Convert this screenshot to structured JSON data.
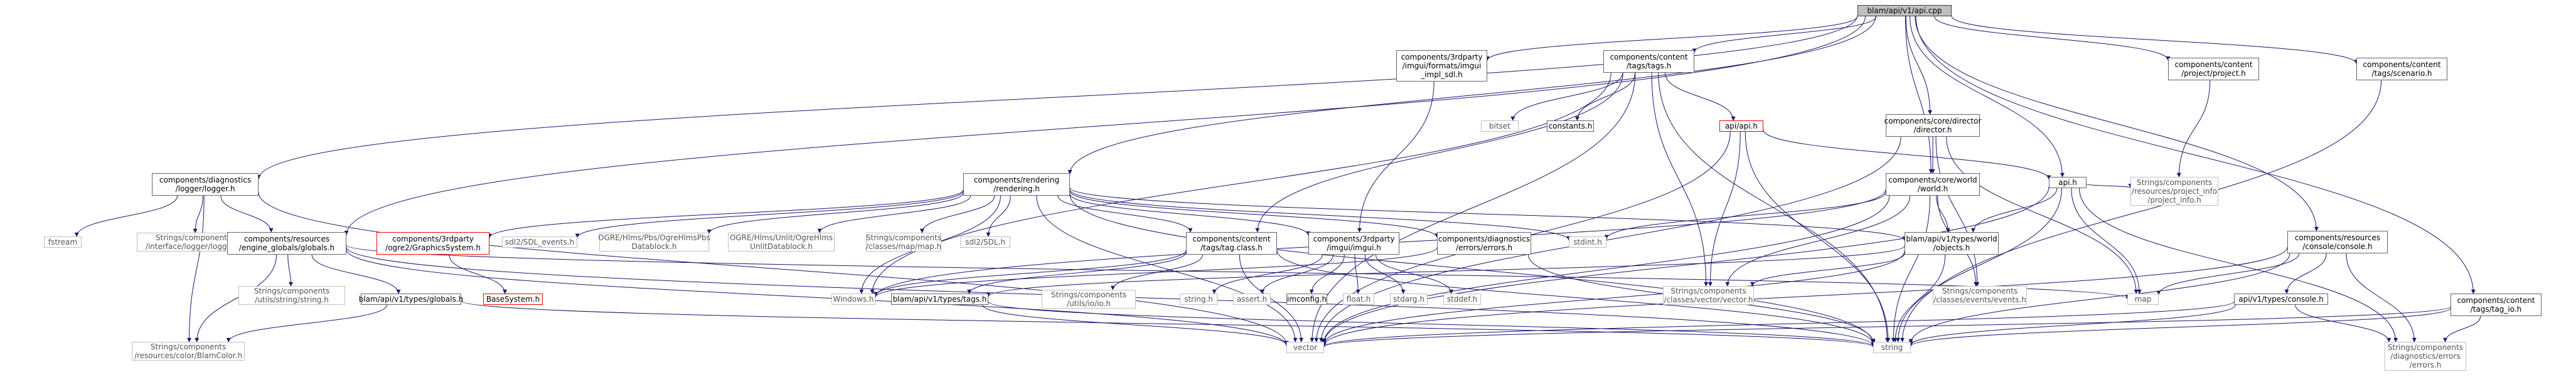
{
  "graph": {
    "title": "blam/api/v1/api.cpp",
    "nodes": [
      {
        "id": "root",
        "lines": [
          "blam/api/v1/api.cpp"
        ],
        "style": "root"
      },
      {
        "id": "imgui_sdl",
        "lines": [
          "components/3rdparty",
          "/imgui/formats/imgui",
          "_impl_sdl.h"
        ],
        "style": "normal"
      },
      {
        "id": "tags",
        "lines": [
          "components/content",
          "/tags/tags.h"
        ],
        "style": "normal"
      },
      {
        "id": "project",
        "lines": [
          "components/content",
          "/project/project.h"
        ],
        "style": "normal"
      },
      {
        "id": "scenario",
        "lines": [
          "components/content",
          "/tags/scenario.h"
        ],
        "style": "normal"
      },
      {
        "id": "director",
        "lines": [
          "components/core/director",
          "/director.h"
        ],
        "style": "normal"
      },
      {
        "id": "logger",
        "lines": [
          "components/diagnostics",
          "/logger/logger.h"
        ],
        "style": "normal"
      },
      {
        "id": "rendering",
        "lines": [
          "components/rendering",
          "/rendering.h"
        ],
        "style": "normal"
      },
      {
        "id": "world",
        "lines": [
          "components/core/world",
          "/world.h"
        ],
        "style": "normal"
      },
      {
        "id": "apih",
        "lines": [
          "api.h"
        ],
        "style": "normal"
      },
      {
        "id": "console",
        "lines": [
          "components/resources",
          "/console/console.h"
        ],
        "style": "normal"
      },
      {
        "id": "tagio",
        "lines": [
          "components/content",
          "/tags/tag_io.h"
        ],
        "style": "normal"
      },
      {
        "id": "fstream",
        "lines": [
          "fstream"
        ],
        "style": "ext"
      },
      {
        "id": "if_logger",
        "lines": [
          "Strings/components",
          "/interface/logger/logger.h"
        ],
        "style": "ext"
      },
      {
        "id": "globals_res",
        "lines": [
          "components/resources",
          "/engine_globals/globals.h"
        ],
        "style": "normal"
      },
      {
        "id": "ogre2gfx",
        "lines": [
          "components/3rdparty",
          "/ogre2/GraphicsSystem.h"
        ],
        "style": "error"
      },
      {
        "id": "sdl_events",
        "lines": [
          "sdl2/SDL_events.h"
        ],
        "style": "ext"
      },
      {
        "id": "ogre_pbs",
        "lines": [
          "OGRE/Hlms/Pbs/OgreHlmsPbs",
          "Datablock.h"
        ],
        "style": "ext"
      },
      {
        "id": "ogre_unlit",
        "lines": [
          "OGRE/Hlms/Unlit/OgreHlms",
          "UnlitDatablock.h"
        ],
        "style": "ext"
      },
      {
        "id": "map_h",
        "lines": [
          "Strings/components",
          "/classes/map/map.h"
        ],
        "style": "ext"
      },
      {
        "id": "sdl_h",
        "lines": [
          "sdl2/SDL.h"
        ],
        "style": "ext"
      },
      {
        "id": "taglist",
        "lines": [
          "components/content",
          "/tags/tag.class.h"
        ],
        "style": "normal"
      },
      {
        "id": "imgui",
        "lines": [
          "components/3rdparty",
          "/imgui/imgui.h"
        ],
        "style": "normal"
      },
      {
        "id": "diag_errors",
        "lines": [
          "components/diagnostics",
          "/errors/errors.h"
        ],
        "style": "normal"
      },
      {
        "id": "stdint",
        "lines": [
          "stdint.h"
        ],
        "style": "ext"
      },
      {
        "id": "bitset",
        "lines": [
          "bitset"
        ],
        "style": "ext"
      },
      {
        "id": "constants",
        "lines": [
          "constants.h"
        ],
        "style": "normal"
      },
      {
        "id": "api_api",
        "lines": [
          "api/api.h"
        ],
        "style": "error"
      },
      {
        "id": "objects",
        "lines": [
          "blam/api/v1/types/world",
          "/objects.h"
        ],
        "style": "normal"
      },
      {
        "id": "proj_info",
        "lines": [
          "Strings/components",
          "/resources/project_info",
          "/project_info.h"
        ],
        "style": "ext"
      },
      {
        "id": "util_string",
        "lines": [
          "Strings/components",
          "/utils/string/string.h"
        ],
        "style": "ext"
      },
      {
        "id": "types_globals",
        "lines": [
          "blam/api/v1/types/globals.h"
        ],
        "style": "normal"
      },
      {
        "id": "basesystem",
        "lines": [
          "BaseSystem.h"
        ],
        "style": "error"
      },
      {
        "id": "windows",
        "lines": [
          "Windows.h"
        ],
        "style": "ext"
      },
      {
        "id": "types_tags",
        "lines": [
          "blam/api/v1/types/tags.h"
        ],
        "style": "normal"
      },
      {
        "id": "util_io",
        "lines": [
          "Strings/components",
          "/utils/io/io.h"
        ],
        "style": "ext"
      },
      {
        "id": "stringh",
        "lines": [
          "string.h"
        ],
        "style": "ext"
      },
      {
        "id": "asserth",
        "lines": [
          "assert.h"
        ],
        "style": "ext"
      },
      {
        "id": "imconfig",
        "lines": [
          "imconfig.h"
        ],
        "style": "normal"
      },
      {
        "id": "floath",
        "lines": [
          "float.h"
        ],
        "style": "ext"
      },
      {
        "id": "stdarg",
        "lines": [
          "stdarg.h"
        ],
        "style": "ext"
      },
      {
        "id": "stddef",
        "lines": [
          "stddef.h"
        ],
        "style": "ext"
      },
      {
        "id": "vectorh",
        "lines": [
          "Strings/components",
          "/classes/vector/vector.h"
        ],
        "style": "ext"
      },
      {
        "id": "eventsh",
        "lines": [
          "Strings/components",
          "/classes/events/events.h"
        ],
        "style": "ext"
      },
      {
        "id": "map",
        "lines": [
          "map"
        ],
        "style": "ext"
      },
      {
        "id": "types_console",
        "lines": [
          "api/v1/types/console.h"
        ],
        "style": "normal"
      },
      {
        "id": "diag_errors_str",
        "lines": [
          "Strings/components",
          "/diagnostics/errors",
          "/errors.h"
        ],
        "style": "ext"
      },
      {
        "id": "blamcolor",
        "lines": [
          "Strings/components",
          "/resources/color/BlamColor.h"
        ],
        "style": "ext"
      },
      {
        "id": "vector",
        "lines": [
          "vector"
        ],
        "style": "ext"
      },
      {
        "id": "string",
        "lines": [
          "string"
        ],
        "style": "ext"
      }
    ],
    "edges": [
      [
        "root",
        "imgui_sdl"
      ],
      [
        "root",
        "tags"
      ],
      [
        "root",
        "project"
      ],
      [
        "root",
        "scenario"
      ],
      [
        "root",
        "director"
      ],
      [
        "root",
        "logger"
      ],
      [
        "root",
        "rendering"
      ],
      [
        "root",
        "world"
      ],
      [
        "root",
        "apih"
      ],
      [
        "root",
        "console"
      ],
      [
        "root",
        "tagio"
      ],
      [
        "root",
        "globals_res"
      ],
      [
        "imgui_sdl",
        "imgui"
      ],
      [
        "tags",
        "bitset"
      ],
      [
        "tags",
        "constants"
      ],
      [
        "tags",
        "api_api"
      ],
      [
        "tags",
        "vectorh"
      ],
      [
        "tags",
        "string"
      ],
      [
        "tags",
        "windows"
      ],
      [
        "tags",
        "vector"
      ],
      [
        "tags",
        "taglist"
      ],
      [
        "project",
        "proj_info"
      ],
      [
        "scenario",
        "string"
      ],
      [
        "director",
        "world"
      ],
      [
        "director",
        "map"
      ],
      [
        "director",
        "eventsh"
      ],
      [
        "director",
        "vector"
      ],
      [
        "logger",
        "fstream"
      ],
      [
        "logger",
        "if_logger"
      ],
      [
        "logger",
        "globals_res"
      ],
      [
        "logger",
        "vector"
      ],
      [
        "logger",
        "blamcolor"
      ],
      [
        "rendering",
        "ogre2gfx"
      ],
      [
        "rendering",
        "sdl_events"
      ],
      [
        "rendering",
        "ogre_pbs"
      ],
      [
        "rendering",
        "ogre_unlit"
      ],
      [
        "rendering",
        "map_h"
      ],
      [
        "rendering",
        "sdl_h"
      ],
      [
        "rendering",
        "taglist"
      ],
      [
        "rendering",
        "imgui"
      ],
      [
        "rendering",
        "diag_errors"
      ],
      [
        "rendering",
        "stdint"
      ],
      [
        "rendering",
        "objects"
      ],
      [
        "rendering",
        "windows"
      ],
      [
        "rendering",
        "string"
      ],
      [
        "rendering",
        "vector"
      ],
      [
        "world",
        "objects"
      ],
      [
        "world",
        "stdint"
      ],
      [
        "world",
        "vectorh"
      ],
      [
        "world",
        "eventsh"
      ],
      [
        "world",
        "vector"
      ],
      [
        "world",
        "string"
      ],
      [
        "world",
        "windows"
      ],
      [
        "apih",
        "objects"
      ],
      [
        "apih",
        "map"
      ],
      [
        "apih",
        "proj_info"
      ],
      [
        "apih",
        "string"
      ],
      [
        "apih",
        "diag_errors_str"
      ],
      [
        "apih",
        "vector"
      ],
      [
        "api_api",
        "apih"
      ],
      [
        "api_api",
        "vectorh"
      ],
      [
        "api_api",
        "string"
      ],
      [
        "api_api",
        "vector"
      ],
      [
        "console",
        "map"
      ],
      [
        "console",
        "types_console"
      ],
      [
        "console",
        "string"
      ],
      [
        "console",
        "diag_errors_str"
      ],
      [
        "console",
        "vector"
      ],
      [
        "tagio",
        "string"
      ],
      [
        "tagio",
        "diag_errors_str"
      ],
      [
        "tagio",
        "vector"
      ],
      [
        "globals_res",
        "util_string"
      ],
      [
        "globals_res",
        "types_globals"
      ],
      [
        "globals_res",
        "blamcolor"
      ],
      [
        "globals_res",
        "vector"
      ],
      [
        "globals_res",
        "map"
      ],
      [
        "globals_res",
        "string"
      ],
      [
        "ogre2gfx",
        "basesystem"
      ],
      [
        "taglist",
        "types_tags"
      ],
      [
        "taglist",
        "util_io"
      ],
      [
        "taglist",
        "windows"
      ],
      [
        "taglist",
        "string"
      ],
      [
        "taglist",
        "vector"
      ],
      [
        "imgui",
        "stringh"
      ],
      [
        "imgui",
        "asserth"
      ],
      [
        "imgui",
        "imconfig"
      ],
      [
        "imgui",
        "floath"
      ],
      [
        "imgui",
        "stdarg"
      ],
      [
        "imgui",
        "stddef"
      ],
      [
        "diag_errors",
        "string"
      ],
      [
        "diag_errors",
        "windows"
      ],
      [
        "objects",
        "types_tags"
      ],
      [
        "objects",
        "vectorh"
      ],
      [
        "objects",
        "string"
      ],
      [
        "objects",
        "vector"
      ],
      [
        "types_globals",
        "blamcolor"
      ],
      [
        "types_globals",
        "string"
      ],
      [
        "types_tags",
        "vector"
      ],
      [
        "types_tags",
        "string"
      ],
      [
        "types_console",
        "vector"
      ],
      [
        "types_console",
        "diag_errors_str"
      ],
      [
        "types_console",
        "string"
      ]
    ],
    "colors": {
      "edge": "#191970",
      "node_border": "#666666",
      "root_fill": "#bfbfbf",
      "external_border": "#bfbfbf",
      "error_border": "#ff0000"
    }
  }
}
